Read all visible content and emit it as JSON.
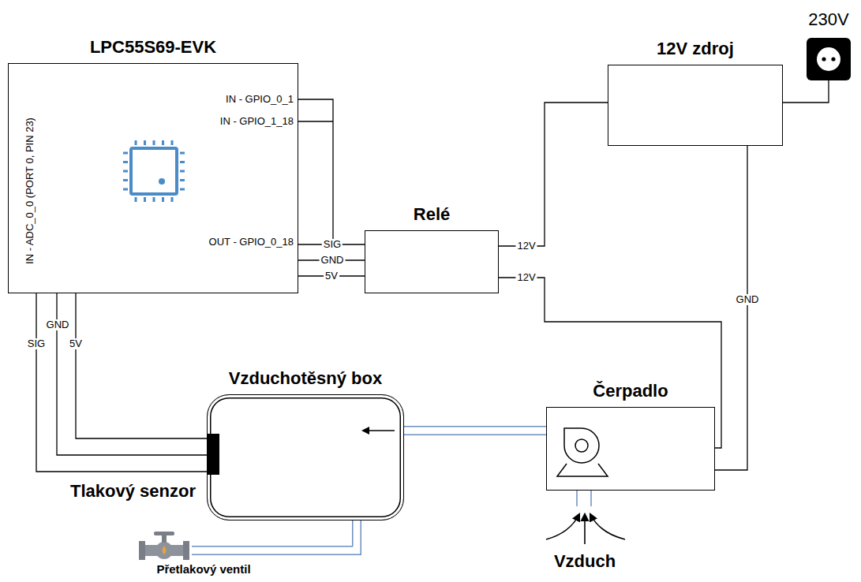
{
  "diagram": {
    "nodes": [
      {
        "text": [
          "LPC55S69-EVK"
        ]
      },
      {
        "text": [
          "12V zdroj"
        ]
      },
      {
        "text": [
          "230V"
        ]
      },
      {
        "text": [
          "Relé"
        ]
      },
      {
        "text": [
          "Vzduchotěsný box"
        ]
      },
      {
        "text": [
          "Tlakový senzor"
        ]
      },
      {
        "text": [
          "Čerpadlo"
        ]
      },
      {
        "text": [
          "Přetlakový ventil"
        ]
      }
    ],
    "edges": [
      {
        "from": 0,
        "to": 3,
        "label": "SIG",
        "arrow": "none"
      },
      {
        "from": 0,
        "to": 3,
        "label": "GND",
        "arrow": "none"
      },
      {
        "from": 0,
        "to": 3,
        "label": "5V",
        "arrow": "none"
      },
      {
        "from": 3,
        "to": 1,
        "label": "12V",
        "arrow": "none"
      },
      {
        "from": 3,
        "to": 6,
        "label": "12V",
        "arrow": "none"
      },
      {
        "from": 1,
        "to": 6,
        "label": "GND",
        "arrow": "none"
      },
      {
        "from": 2,
        "to": 1,
        "arrow": "none"
      },
      {
        "from": 0,
        "to": 5,
        "label": "SIG",
        "arrow": "none"
      },
      {
        "from": 0,
        "to": 5,
        "label": "GND",
        "arrow": "none"
      },
      {
        "from": 0,
        "to": 5,
        "label": "5V",
        "arrow": "none"
      },
      {
        "from": 6,
        "to": 4,
        "arrow": "to"
      },
      {
        "from": 7,
        "to": 4,
        "arrow": "none"
      }
    ],
    "labels": [
      "IN - GPIO_0_1",
      "IN - GPIO_1_18",
      "OUT - GPIO_0_18",
      "IN - ADC_0_0 (PORT 0, PIN 23)",
      "Vzduch"
    ]
  }
}
